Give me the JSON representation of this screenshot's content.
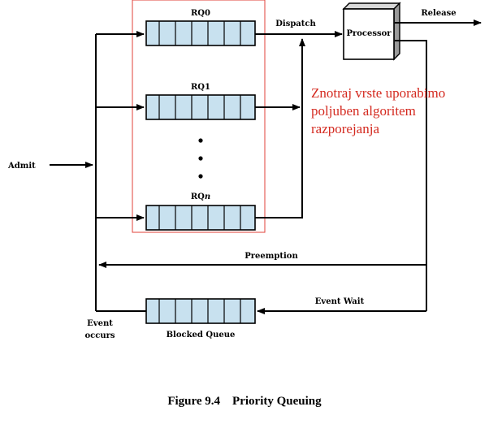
{
  "labels": {
    "admit": "Admit",
    "dispatch": "Dispatch",
    "release": "Release",
    "processor": "Processor",
    "preemption": "Preemption",
    "event_wait": "Event Wait",
    "event_occurs_line1": "Event",
    "event_occurs_line2": "occurs",
    "blocked_queue": "Blocked Queue"
  },
  "queues": {
    "rq0": {
      "prefix": "RQ",
      "suffix": "0"
    },
    "rq1": {
      "prefix": "RQ",
      "suffix": "1"
    },
    "rqn": {
      "prefix": "RQ",
      "suffix": "n"
    }
  },
  "note": {
    "line1": "Znotraj vrste uporabimo",
    "line2": "poljuben algoritem",
    "line3": "razporejanja"
  },
  "caption": "Figure 9.4    Priority Queuing",
  "colors": {
    "queue_fill": "#c8e1ef",
    "annotation": "#d42a20",
    "highlight_box": "#e0403a"
  }
}
